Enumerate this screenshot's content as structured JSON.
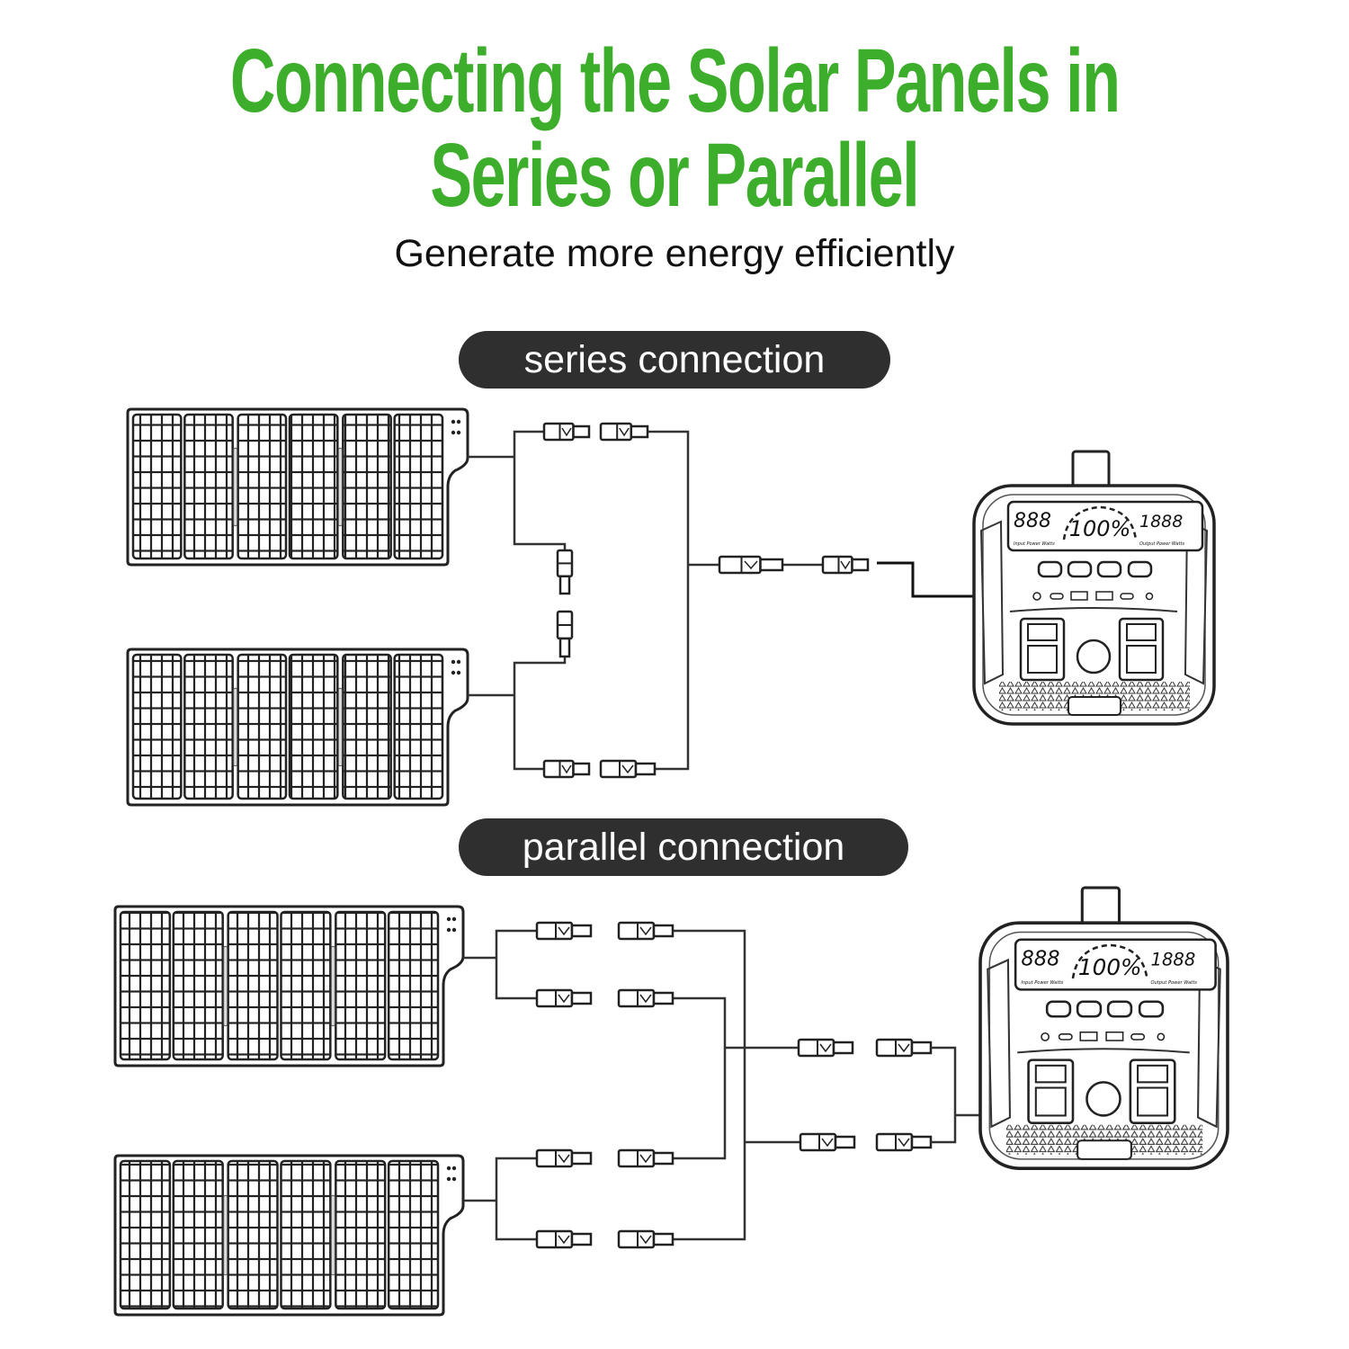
{
  "header": {
    "title_line1": "Connecting the Solar Panels in",
    "title_line2": "Series or Parallel",
    "subtitle": "Generate more energy efficiently"
  },
  "sections": {
    "series_label": "series connection",
    "parallel_label": "parallel connection"
  },
  "power_station": {
    "input_display": "888",
    "battery_display": "100%",
    "output_display": "1888",
    "input_caption": "Input Power  Watts",
    "output_caption": "Output Power  Watts"
  },
  "colors": {
    "title_green": "#3dae2b",
    "pill_bg": "#2f2f2f",
    "line": "#222222"
  }
}
